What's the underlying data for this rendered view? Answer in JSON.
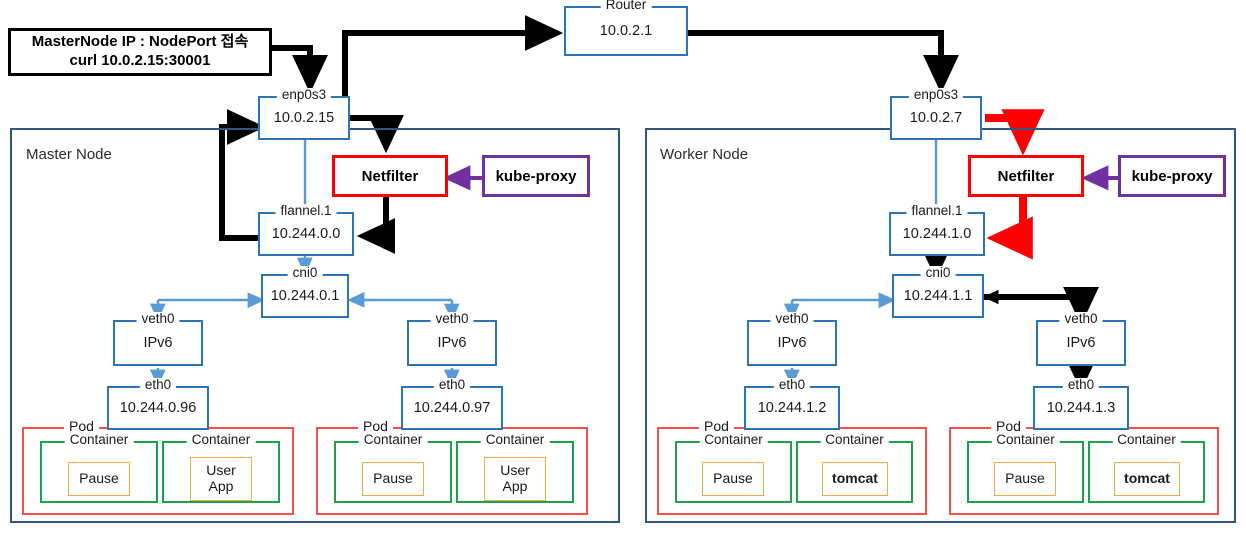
{
  "diagram": {
    "title": "Kubernetes NodePort networking across Master and Worker nodes"
  },
  "callout": {
    "line1": "MasterNode IP : NodePort 접속",
    "line2": "curl 10.0.2.15:30001"
  },
  "router": {
    "name": "Router",
    "ip": "10.0.2.1"
  },
  "master_node": {
    "label": "Master Node",
    "enp0s3": {
      "name": "enp0s3",
      "ip": "10.0.2.15"
    },
    "netfilter": {
      "label": "Netfilter"
    },
    "kube_proxy": {
      "label": "kube-proxy"
    },
    "flannel": {
      "name": "flannel.1",
      "ip": "10.244.0.0"
    },
    "cni0": {
      "name": "cni0",
      "ip": "10.244.0.1"
    },
    "pods": [
      {
        "pod_label": "Pod",
        "veth": {
          "name": "veth0",
          "ip": "IPv6"
        },
        "eth": {
          "name": "eth0",
          "ip": "10.244.0.96"
        },
        "containers": [
          {
            "label": "Container",
            "app": "Pause",
            "bold": false
          },
          {
            "label": "Container",
            "app": "User\nApp",
            "bold": false
          }
        ]
      },
      {
        "pod_label": "Pod",
        "veth": {
          "name": "veth0",
          "ip": "IPv6"
        },
        "eth": {
          "name": "eth0",
          "ip": "10.244.0.97"
        },
        "containers": [
          {
            "label": "Container",
            "app": "Pause",
            "bold": false
          },
          {
            "label": "Container",
            "app": "User\nApp",
            "bold": false
          }
        ]
      }
    ]
  },
  "worker_node": {
    "label": "Worker Node",
    "enp0s3": {
      "name": "enp0s3",
      "ip": "10.0.2.7"
    },
    "netfilter": {
      "label": "Netfilter"
    },
    "kube_proxy": {
      "label": "kube-proxy"
    },
    "flannel": {
      "name": "flannel.1",
      "ip": "10.244.1.0"
    },
    "cni0": {
      "name": "cni0",
      "ip": "10.244.1.1"
    },
    "pods": [
      {
        "pod_label": "Pod",
        "veth": {
          "name": "veth0",
          "ip": "IPv6"
        },
        "eth": {
          "name": "eth0",
          "ip": "10.244.1.2"
        },
        "containers": [
          {
            "label": "Container",
            "app": "Pause",
            "bold": false
          },
          {
            "label": "Container",
            "app": "tomcat",
            "bold": true
          }
        ]
      },
      {
        "pod_label": "Pod",
        "veth": {
          "name": "veth0",
          "ip": "IPv6"
        },
        "eth": {
          "name": "eth0",
          "ip": "10.244.1.3"
        },
        "containers": [
          {
            "label": "Container",
            "app": "Pause",
            "bold": false
          },
          {
            "label": "Container",
            "app": "tomcat",
            "bold": true
          }
        ]
      }
    ]
  },
  "colors": {
    "device_border": "#2E75B6",
    "node_border": "#31587A",
    "pod_border": "#F4514C",
    "container_border": "#1CA04A",
    "app_border": "#F5A949",
    "netfilter_border": "#FF0000",
    "kubeproxy_border": "#7030A0",
    "flow_black": "#000000",
    "flow_red": "#FF0000",
    "flow_lightblue": "#5B9BD5"
  }
}
